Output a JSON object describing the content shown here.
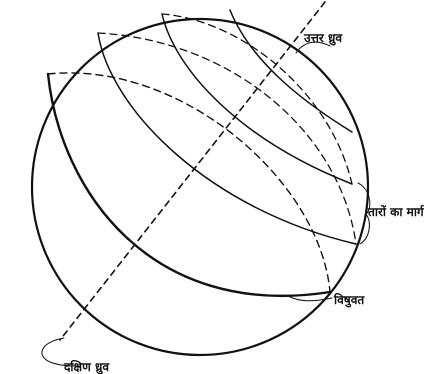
{
  "labels": {
    "north_pole": "उत्तर ध्रुव",
    "star_paths": "तारों का मार्ग",
    "equator": "विषुवत",
    "south_pole": "दक्षिण ध्रुव"
  }
}
